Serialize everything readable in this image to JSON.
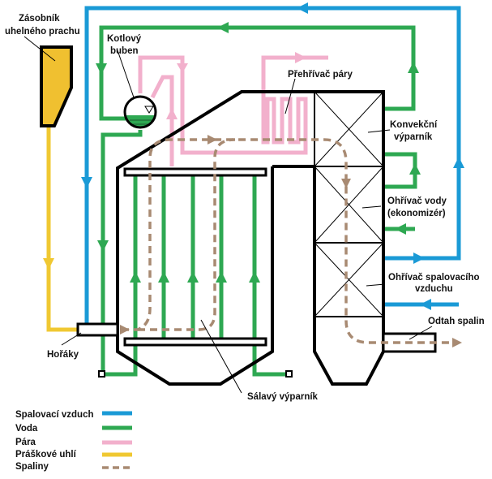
{
  "labels": {
    "hopper": [
      "Zásobník",
      "uhelného prachu"
    ],
    "drum": [
      "Kotlový",
      "buben"
    ],
    "superheater": "Přehřívač páry",
    "convection": [
      "Konvekční",
      "výparník"
    ],
    "economizer": [
      "Ohřívač vody",
      "(ekonomizér)"
    ],
    "air_heater": [
      "Ohřívač spalovacího",
      "vzduchu"
    ],
    "flue_exit": "Odtah spalin",
    "burners": "Hořáky",
    "radiant": "Sálavý výparník"
  },
  "legend": [
    {
      "label": "Spalovací vzduch",
      "color": "#1a9ad6",
      "style": "solid"
    },
    {
      "label": "Voda",
      "color": "#2ea852",
      "style": "solid"
    },
    {
      "label": "Pára",
      "color": "#f2b0cc",
      "style": "solid"
    },
    {
      "label": "Práškové uhlí",
      "color": "#f0c832",
      "style": "solid"
    },
    {
      "label": "Spaliny",
      "color": "#a88a72",
      "style": "dashed"
    }
  ]
}
